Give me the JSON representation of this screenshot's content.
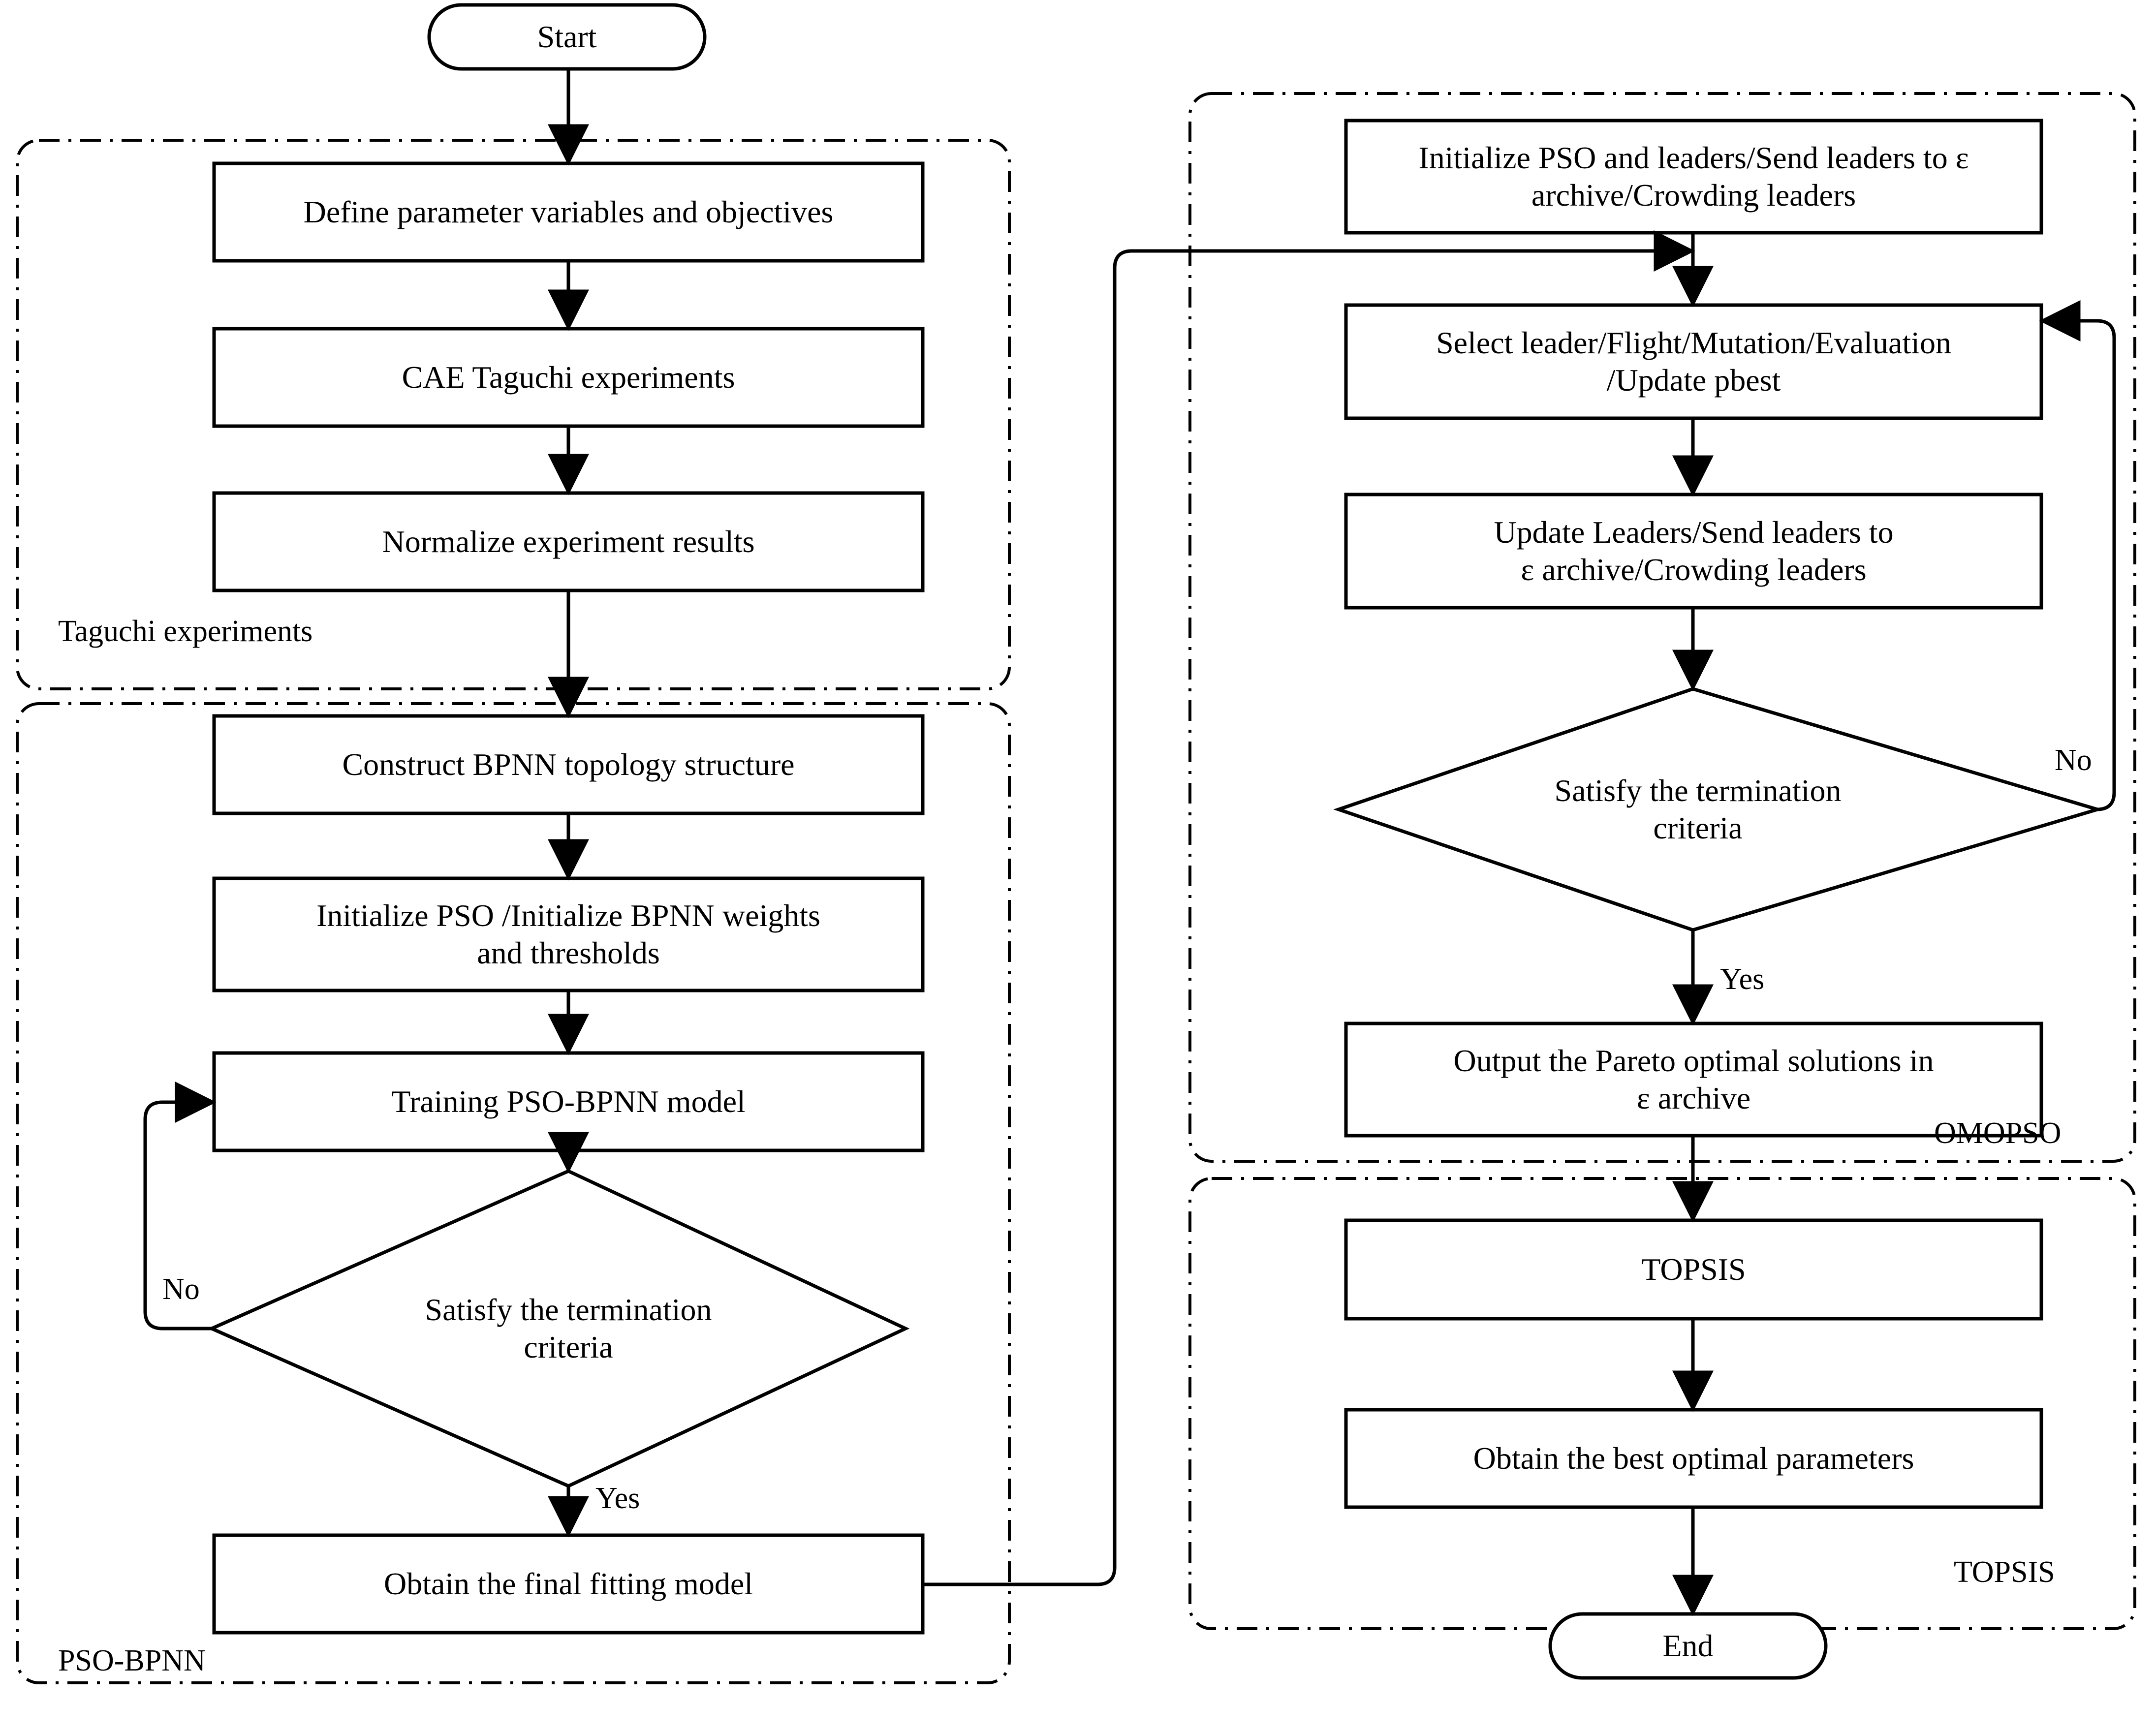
{
  "diagram": {
    "title": "Taguchi / PSO-BPNN / OMOPSO / TOPSIS optimization workflow",
    "terminators": {
      "start": "Start",
      "end": "End"
    },
    "groups": [
      {
        "id": "taguchi",
        "label": "Taguchi experiments"
      },
      {
        "id": "pso_bpnn",
        "label": "PSO-BPNN"
      },
      {
        "id": "omopso",
        "label": "OMOPSO"
      },
      {
        "id": "topsis",
        "label": "TOPSIS"
      }
    ],
    "nodes": [
      {
        "id": "define",
        "shape": "process",
        "text": "Define parameter variables and objectives"
      },
      {
        "id": "cae",
        "shape": "process",
        "text": "CAE Taguchi experiments"
      },
      {
        "id": "normalize",
        "shape": "process",
        "text": "Normalize experiment results"
      },
      {
        "id": "construct",
        "shape": "process",
        "text": "Construct BPNN topology structure"
      },
      {
        "id": "init_pso_bpnn",
        "shape": "process",
        "text": "Initialize PSO /Initialize BPNN weights\nand thresholds"
      },
      {
        "id": "training",
        "shape": "process",
        "text": "Training PSO-BPNN model"
      },
      {
        "id": "decision_bpnn",
        "shape": "decision",
        "text": "Satisfy the termination\ncriteria"
      },
      {
        "id": "final_model",
        "shape": "process",
        "text": "Obtain the final fitting model"
      },
      {
        "id": "init_omopso",
        "shape": "process",
        "text": "Initialize PSO and leaders/Send leaders to ε\narchive/Crowding leaders"
      },
      {
        "id": "select_leader",
        "shape": "process",
        "text": "Select leader/Flight/Mutation/Evaluation\n/Update pbest"
      },
      {
        "id": "update_leaders",
        "shape": "process",
        "text": "Update Leaders/Send leaders to\nε archive/Crowding leaders"
      },
      {
        "id": "decision_omopso",
        "shape": "decision",
        "text": "Satisfy the termination\ncriteria"
      },
      {
        "id": "output_pareto",
        "shape": "process",
        "text": "Output the Pareto optimal solutions in\nε archive"
      },
      {
        "id": "topsis",
        "shape": "process",
        "text": "TOPSIS"
      },
      {
        "id": "best_params",
        "shape": "process",
        "text": "Obtain the best optimal parameters"
      }
    ],
    "edge_labels": {
      "bpnn_no": "No",
      "bpnn_yes": "Yes",
      "omopso_no": "No",
      "omopso_yes": "Yes"
    },
    "colors": {
      "stroke": "#000000",
      "fill": "#ffffff",
      "background": "#ffffff"
    }
  }
}
